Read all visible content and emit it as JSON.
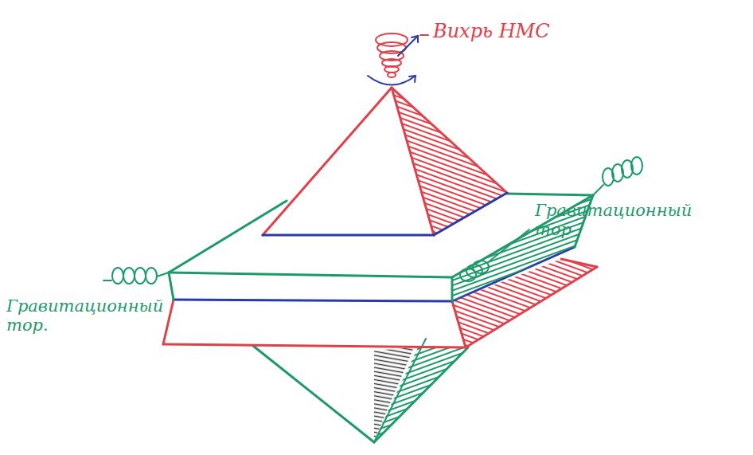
{
  "diagram": {
    "labels": [
      "Вихрь НМС",
      "Гравитационный тор",
      "Гравитационный тор."
    ]
  }
}
